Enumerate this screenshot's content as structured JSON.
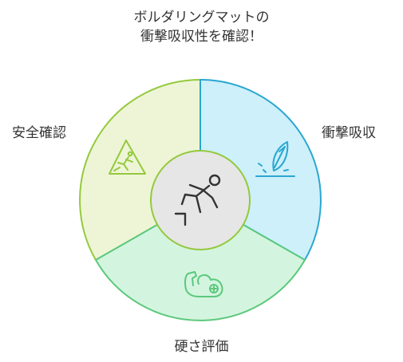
{
  "title": {
    "line1": "ボルダリングマットの",
    "line2": "衝撃吸収性を確認！"
  },
  "segments": {
    "left": {
      "label": "安全確認",
      "icon": "caution-slippery-sign-icon",
      "fill": "#eef5d6",
      "stroke": "#94c93d"
    },
    "right": {
      "label": "衝撃吸収",
      "icon": "feather-landing-icon",
      "fill": "#cdf0fb",
      "stroke": "#2aa7d0"
    },
    "bottom": {
      "label": "硬さ評価",
      "icon": "flexed-arm-strength-icon",
      "fill": "#d3f5df",
      "stroke": "#5bc87c"
    }
  },
  "center": {
    "icon": "falling-person-icon",
    "fill": "#e6e6e6",
    "stroke": "#94c93d"
  }
}
